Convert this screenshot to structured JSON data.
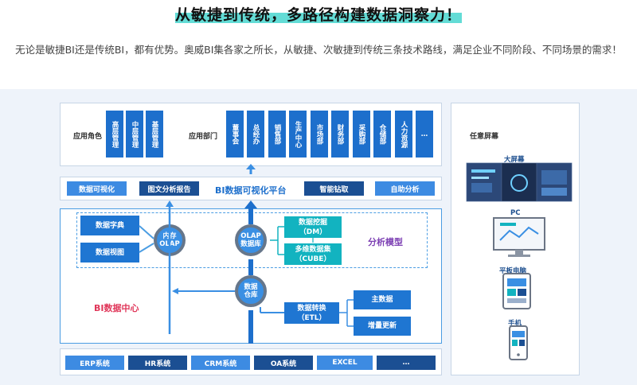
{
  "header": {
    "title": "从敏捷到传统，多路径构建数据洞察力！",
    "subtitle": "无论是敏捷BI还是传统BI，都有优势。奥威BI集各家之所长，从敏捷、次敏捷到传统三条技术路线，满足企业不同阶段、不同场景的需求！"
  },
  "roles": {
    "label": "应用角色",
    "items": [
      "高层管理",
      "中层管理",
      "基层管理"
    ]
  },
  "departments": {
    "label": "应用部门",
    "items": [
      "董事会",
      "总经办",
      "销售部",
      "生产中心",
      "市场部",
      "财务部",
      "采购部",
      "仓储部",
      "人力资源",
      "…"
    ]
  },
  "platform": {
    "title": "BI数据可视化平台",
    "buttons": [
      "数据可视化",
      "图文分析报告",
      "智能钻取",
      "自助分析"
    ]
  },
  "data_center": {
    "label": "BI数据中心",
    "analysis_label": "分析模型",
    "dictionary": "数据字典",
    "data_view": "数据视图",
    "memory_olap": [
      "内存",
      "OLAP"
    ],
    "olap_db": [
      "OLAP",
      "数据库"
    ],
    "mining": [
      "数据挖掘",
      "（DM）"
    ],
    "cube": [
      "多维数据集",
      "（CUBE）"
    ],
    "warehouse": [
      "数据",
      "仓库"
    ],
    "etl": [
      "数据转换",
      "（ETL）"
    ],
    "master_data": "主数据",
    "incremental": "增量更新"
  },
  "sources": [
    "ERP系统",
    "HR系统",
    "CRM系统",
    "OA系统",
    "EXCEL",
    "…"
  ],
  "devices": {
    "title": "任意屏幕",
    "items": [
      "大屏幕",
      "PC",
      "平板电脑",
      "手机"
    ]
  },
  "colors": {
    "accent": "#1d6fcc",
    "teal": "#12b3c0",
    "dark": "#1b4f93",
    "highlight": "#63dcd6",
    "red_label": "#e0375a"
  }
}
